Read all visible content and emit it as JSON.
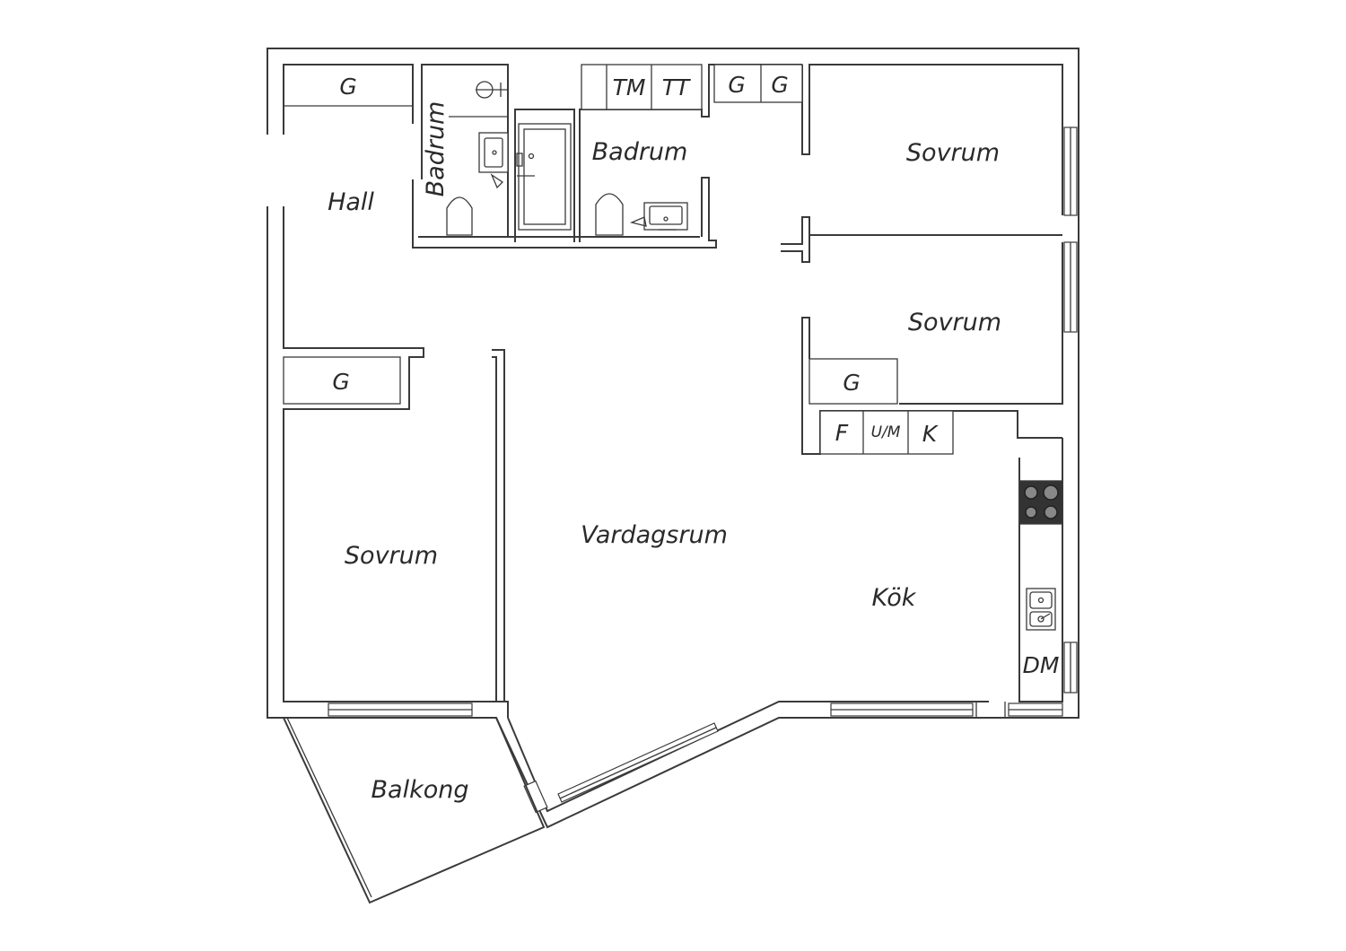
{
  "colors": {
    "wall": "#3a3a3a",
    "text": "#2a2a2a",
    "background": "#ffffff",
    "stove": "#333333"
  },
  "rooms": {
    "hall": "Hall",
    "bath_small": "Badrum",
    "bath_large": "Badrum",
    "bedroom_top": "Sovrum",
    "bedroom_middle": "Sovrum",
    "bedroom_left": "Sovrum",
    "living_room": "Vardagsrum",
    "kitchen": "Kök",
    "balcony": "Balkong"
  },
  "storage": {
    "hall_closet": "G",
    "laundry_washer": "TM",
    "laundry_dryer": "TT",
    "closet_top_1": "G",
    "closet_top_2": "G",
    "bedroom_left_closet": "G",
    "bedroom_middle_closet": "G"
  },
  "appliances": {
    "fridge": "F",
    "oven_micro": "U/M",
    "freezer": "K",
    "dishwasher": "DM"
  }
}
